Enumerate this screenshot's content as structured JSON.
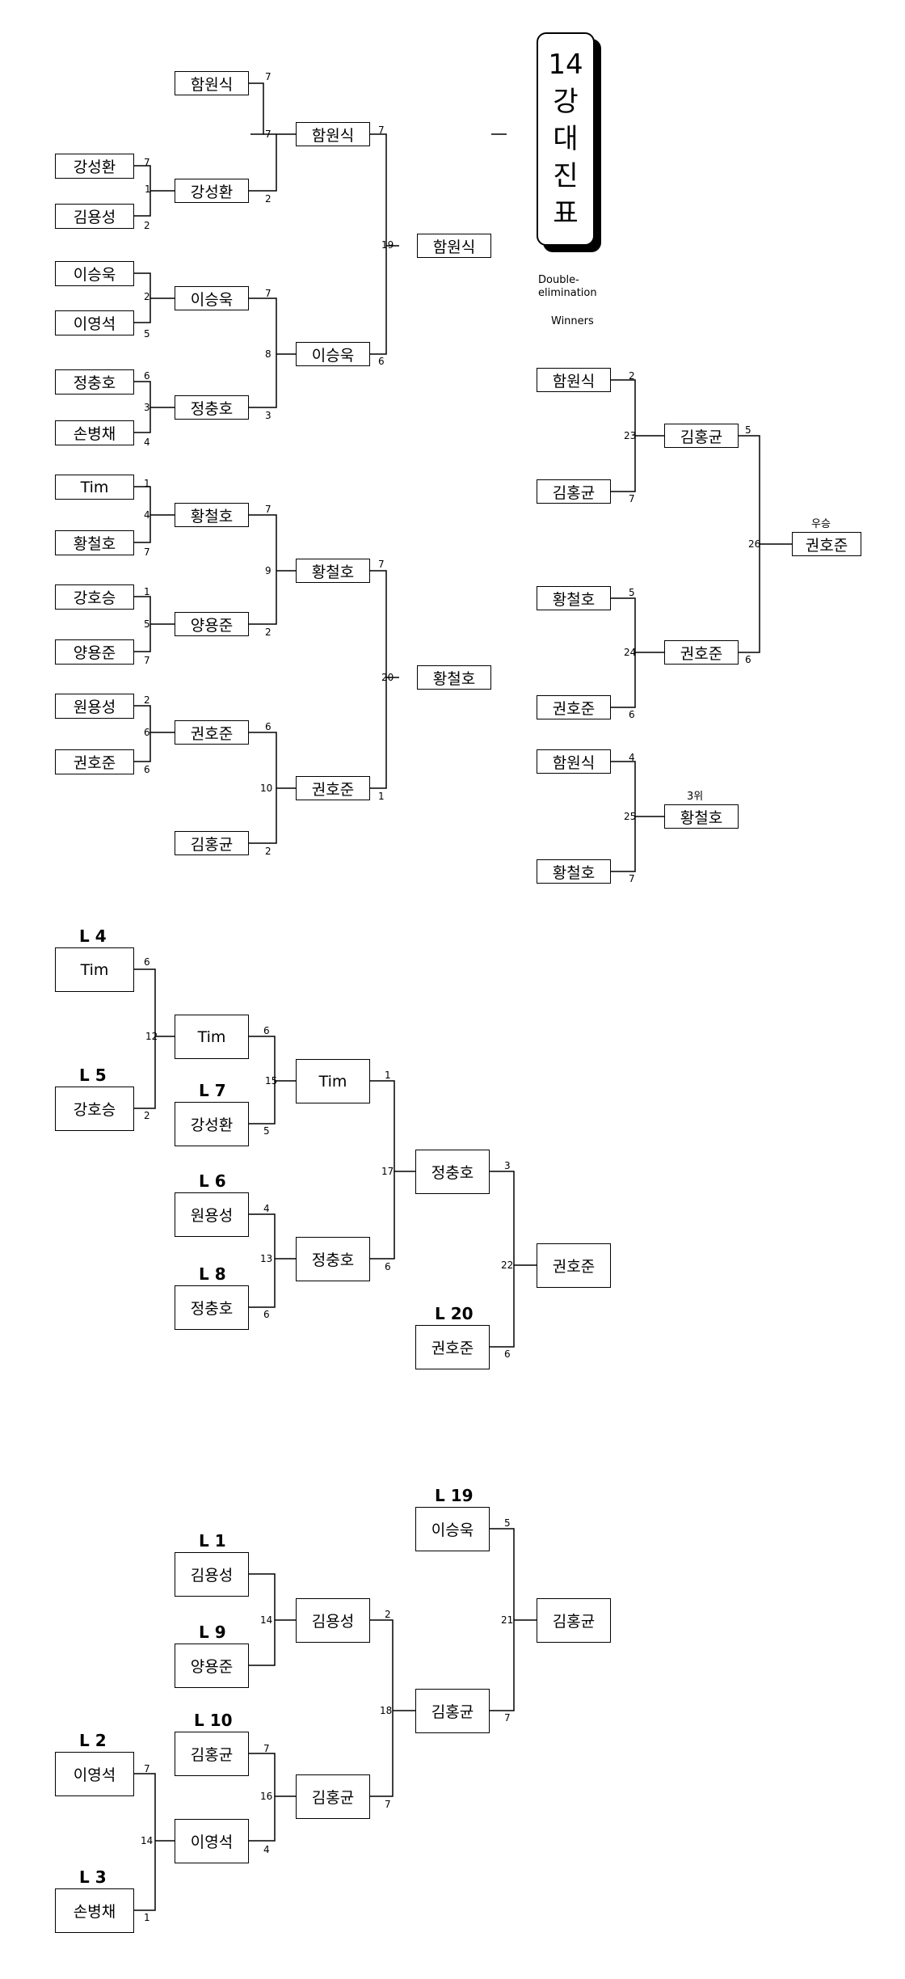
{
  "title": {
    "line1": "14",
    "line2": "강",
    "line3": "대",
    "line4": "진",
    "line5": "표"
  },
  "captions": {
    "double": "Double-",
    "elim": "elimination",
    "winners": "Winners",
    "champion": "우승",
    "third": "3위"
  },
  "names": {
    "hws": "함원식",
    "ksh": "강성환",
    "kys": "김용성",
    "lsu": "이승욱",
    "lys": "이영석",
    "jch": "정충호",
    "sbc": "손병채",
    "tim": "Tim",
    "hch": "황철호",
    "khs": "강호승",
    "yyj": "양용준",
    "wys": "원용성",
    "khj": "권호준",
    "khk": "김홍균"
  },
  "loser_labels": {
    "l1": "L 1",
    "l2": "L 2",
    "l3": "L 3",
    "l4": "L 4",
    "l5": "L 5",
    "l6": "L 6",
    "l7": "L 7",
    "l8": "L 8",
    "l9": "L 9",
    "l10": "L 10",
    "l19": "L 19",
    "l20": "L 20"
  },
  "scores": {
    "n1": "7",
    "n2": "7",
    "n3": "7",
    "n4": "1",
    "n5": "2",
    "n6": "2",
    "n7": "19",
    "n8": "6",
    "n9": "7",
    "n10": "2",
    "n11": "5",
    "n12": "7",
    "n13": "8",
    "n14": "6",
    "n15": "3",
    "n16": "4",
    "n17": "3",
    "n18": "1",
    "n19": "4",
    "n20": "7",
    "n21": "7",
    "n22": "9",
    "n23": "7",
    "n24": "1",
    "n25": "5",
    "n26": "7",
    "n27": "2",
    "n28": "20",
    "n29": "2",
    "n30": "6",
    "n31": "6",
    "n32": "6",
    "n33": "10",
    "n34": "1",
    "n35": "2",
    "n36": "2",
    "n37": "23",
    "n38": "7",
    "n39": "5",
    "n40": "26",
    "n41": "5",
    "n42": "24",
    "n43": "6",
    "n44": "6",
    "n45": "4",
    "n46": "25",
    "n47": "7",
    "n48": "6",
    "n49": "12",
    "n50": "2",
    "n51": "6",
    "n52": "15",
    "n53": "5",
    "n54": "1",
    "n55": "17",
    "n56": "3",
    "n57": "4",
    "n58": "13",
    "n59": "6",
    "n60": "6",
    "n61": "22",
    "n62": "6",
    "n63": "14",
    "n64": "2",
    "n65": "5",
    "n66": "18",
    "n67": "21",
    "n68": "7",
    "n69": "7",
    "n70": "16",
    "n71": "7",
    "n72": "4",
    "n73": "7",
    "n74": "14",
    "n75": "1"
  }
}
